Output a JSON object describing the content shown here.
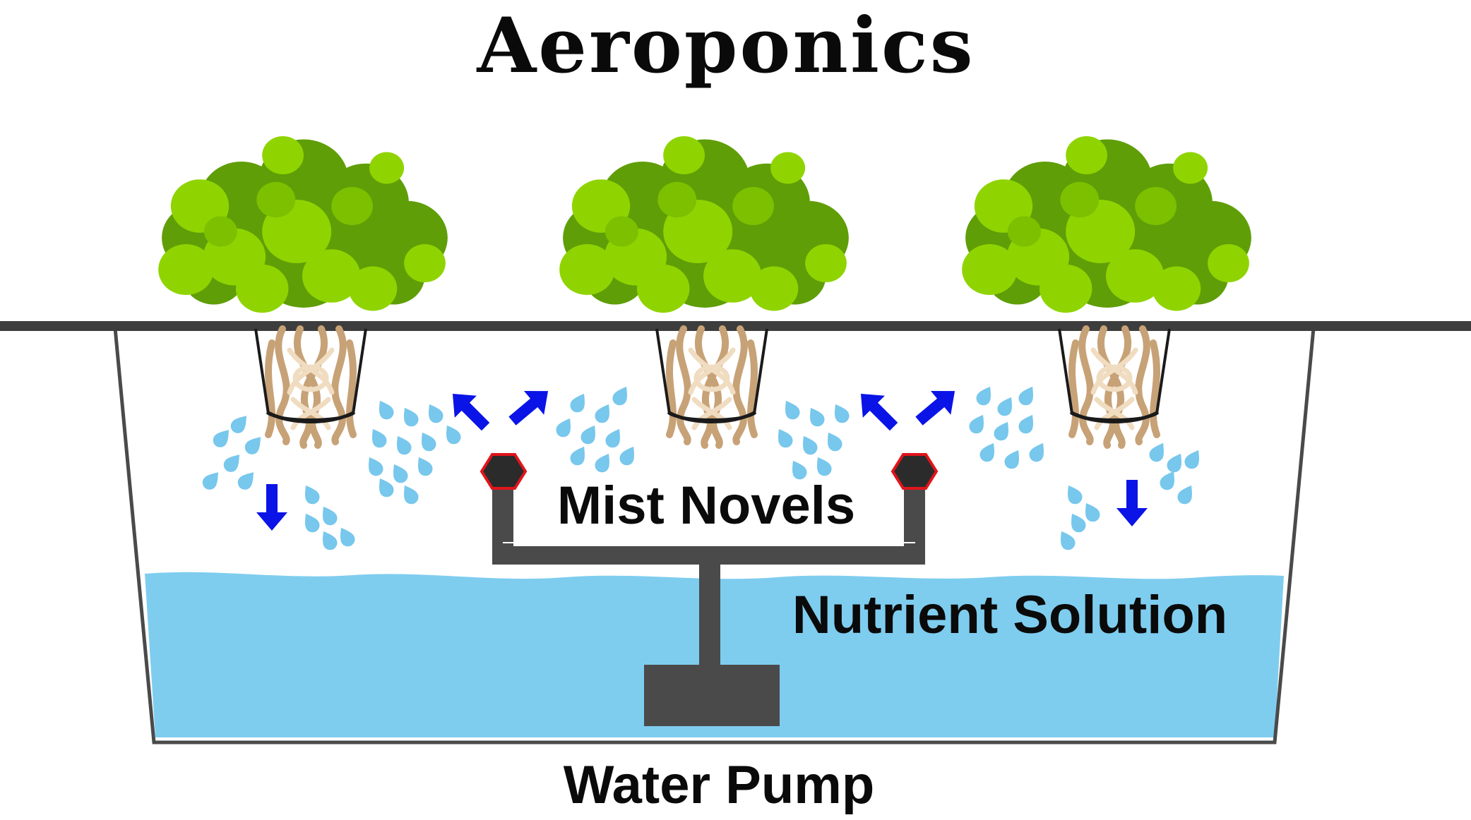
{
  "diagram": {
    "title": "Aeroponics",
    "labels": {
      "mist_nozzles": "Mist Novels",
      "nutrient_solution": "Nutrient Solution",
      "water_pump": "Water Pump"
    },
    "colors": {
      "leaf_light": "#8fd400",
      "leaf_dark": "#5f9e07",
      "root": "#d9b88c",
      "root_light": "#f0dcc0",
      "water": "#7ecdef",
      "mist": "#78c7ec",
      "arrow": "#0b14e6",
      "pipe": "#4a4a4a",
      "nozzle_outline": "#e0151b",
      "structure": "#4a4a4a"
    },
    "icons": [
      "lettuce-plant-icon",
      "mist-droplet-icon",
      "blue-arrow-icon",
      "mist-nozzle-icon",
      "water-pump-icon"
    ]
  }
}
